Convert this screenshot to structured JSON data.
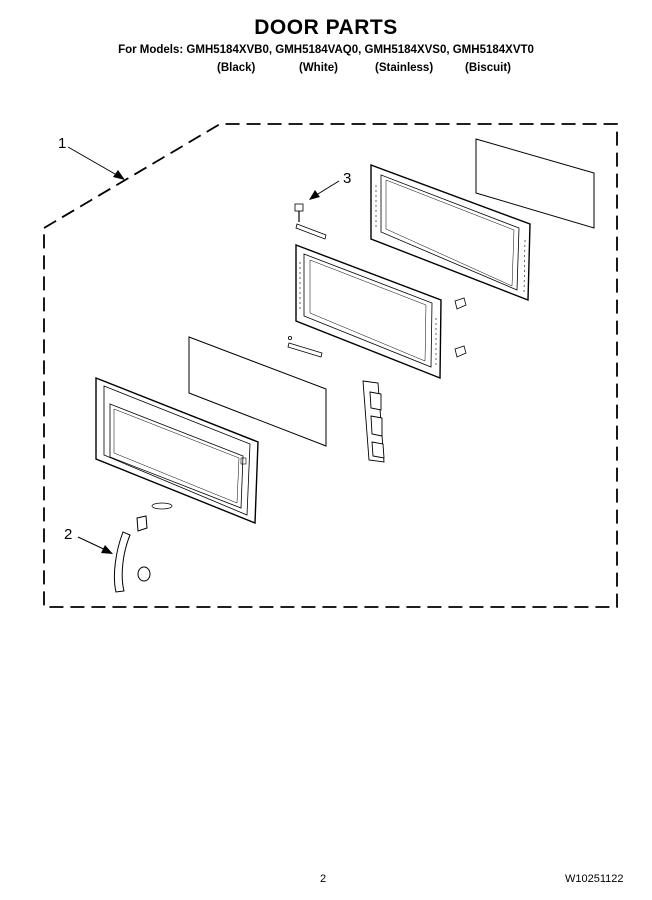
{
  "header": {
    "title": "DOOR PARTS",
    "models_line": "For Models: GMH5184XVB0, GMH5184VAQ0, GMH5184XVS0, GMH5184XVT0",
    "finishes": [
      "(Black)",
      "(White)",
      "(Stainless)",
      "(Biscuit)"
    ]
  },
  "callouts": [
    "1",
    "2",
    "3"
  ],
  "footer": {
    "page_number": "2",
    "document_number": "W10251122"
  },
  "colors": {
    "line": "#000000",
    "background": "#ffffff"
  }
}
